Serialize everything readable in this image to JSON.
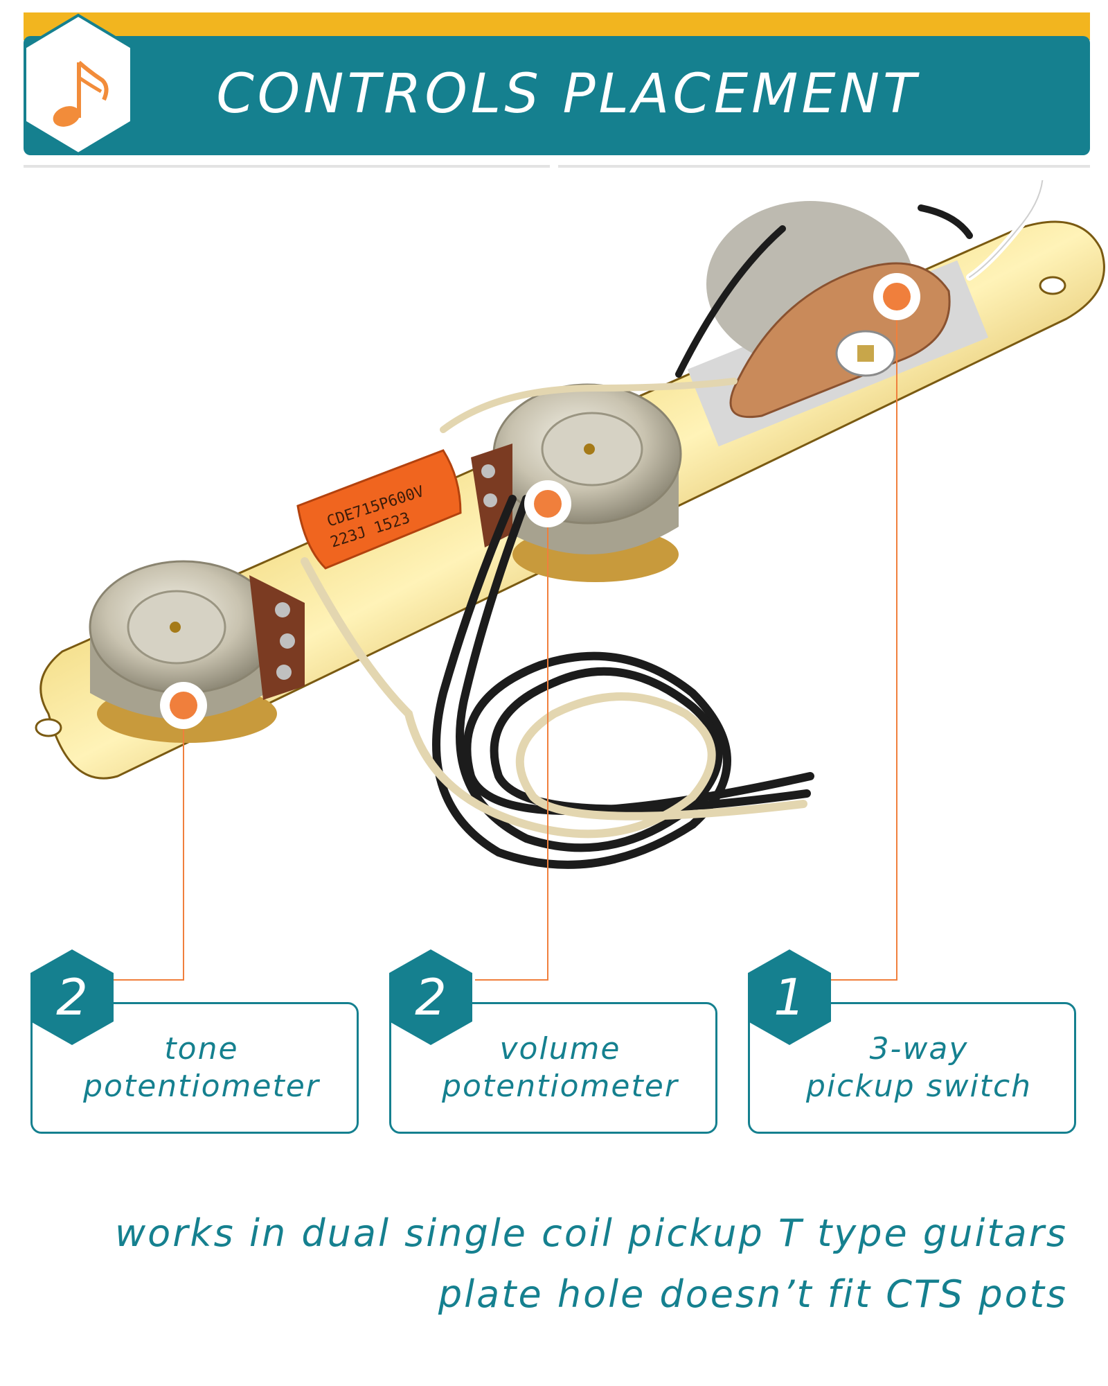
{
  "header": {
    "title": "CONTROLS PLACEMENT",
    "logo_icon": "music-note-icon",
    "colors": {
      "teal": "#15808f",
      "gold": "#f2b51f",
      "accent": "#f07f3c"
    }
  },
  "product": {
    "capacitor_label_line1": "CDE715P600V",
    "capacitor_label_line2": "223J   1523"
  },
  "callouts": [
    {
      "count": "2",
      "line1": "tone",
      "line2": "potentiometer"
    },
    {
      "count": "2",
      "line1": "volume",
      "line2": "potentiometer"
    },
    {
      "count": "1",
      "line1": "3-way",
      "line2": "pickup switch"
    }
  ],
  "footer": {
    "line1": "works in dual single coil pickup T type guitars",
    "line2": "plate hole doesn’t fit CTS pots"
  }
}
